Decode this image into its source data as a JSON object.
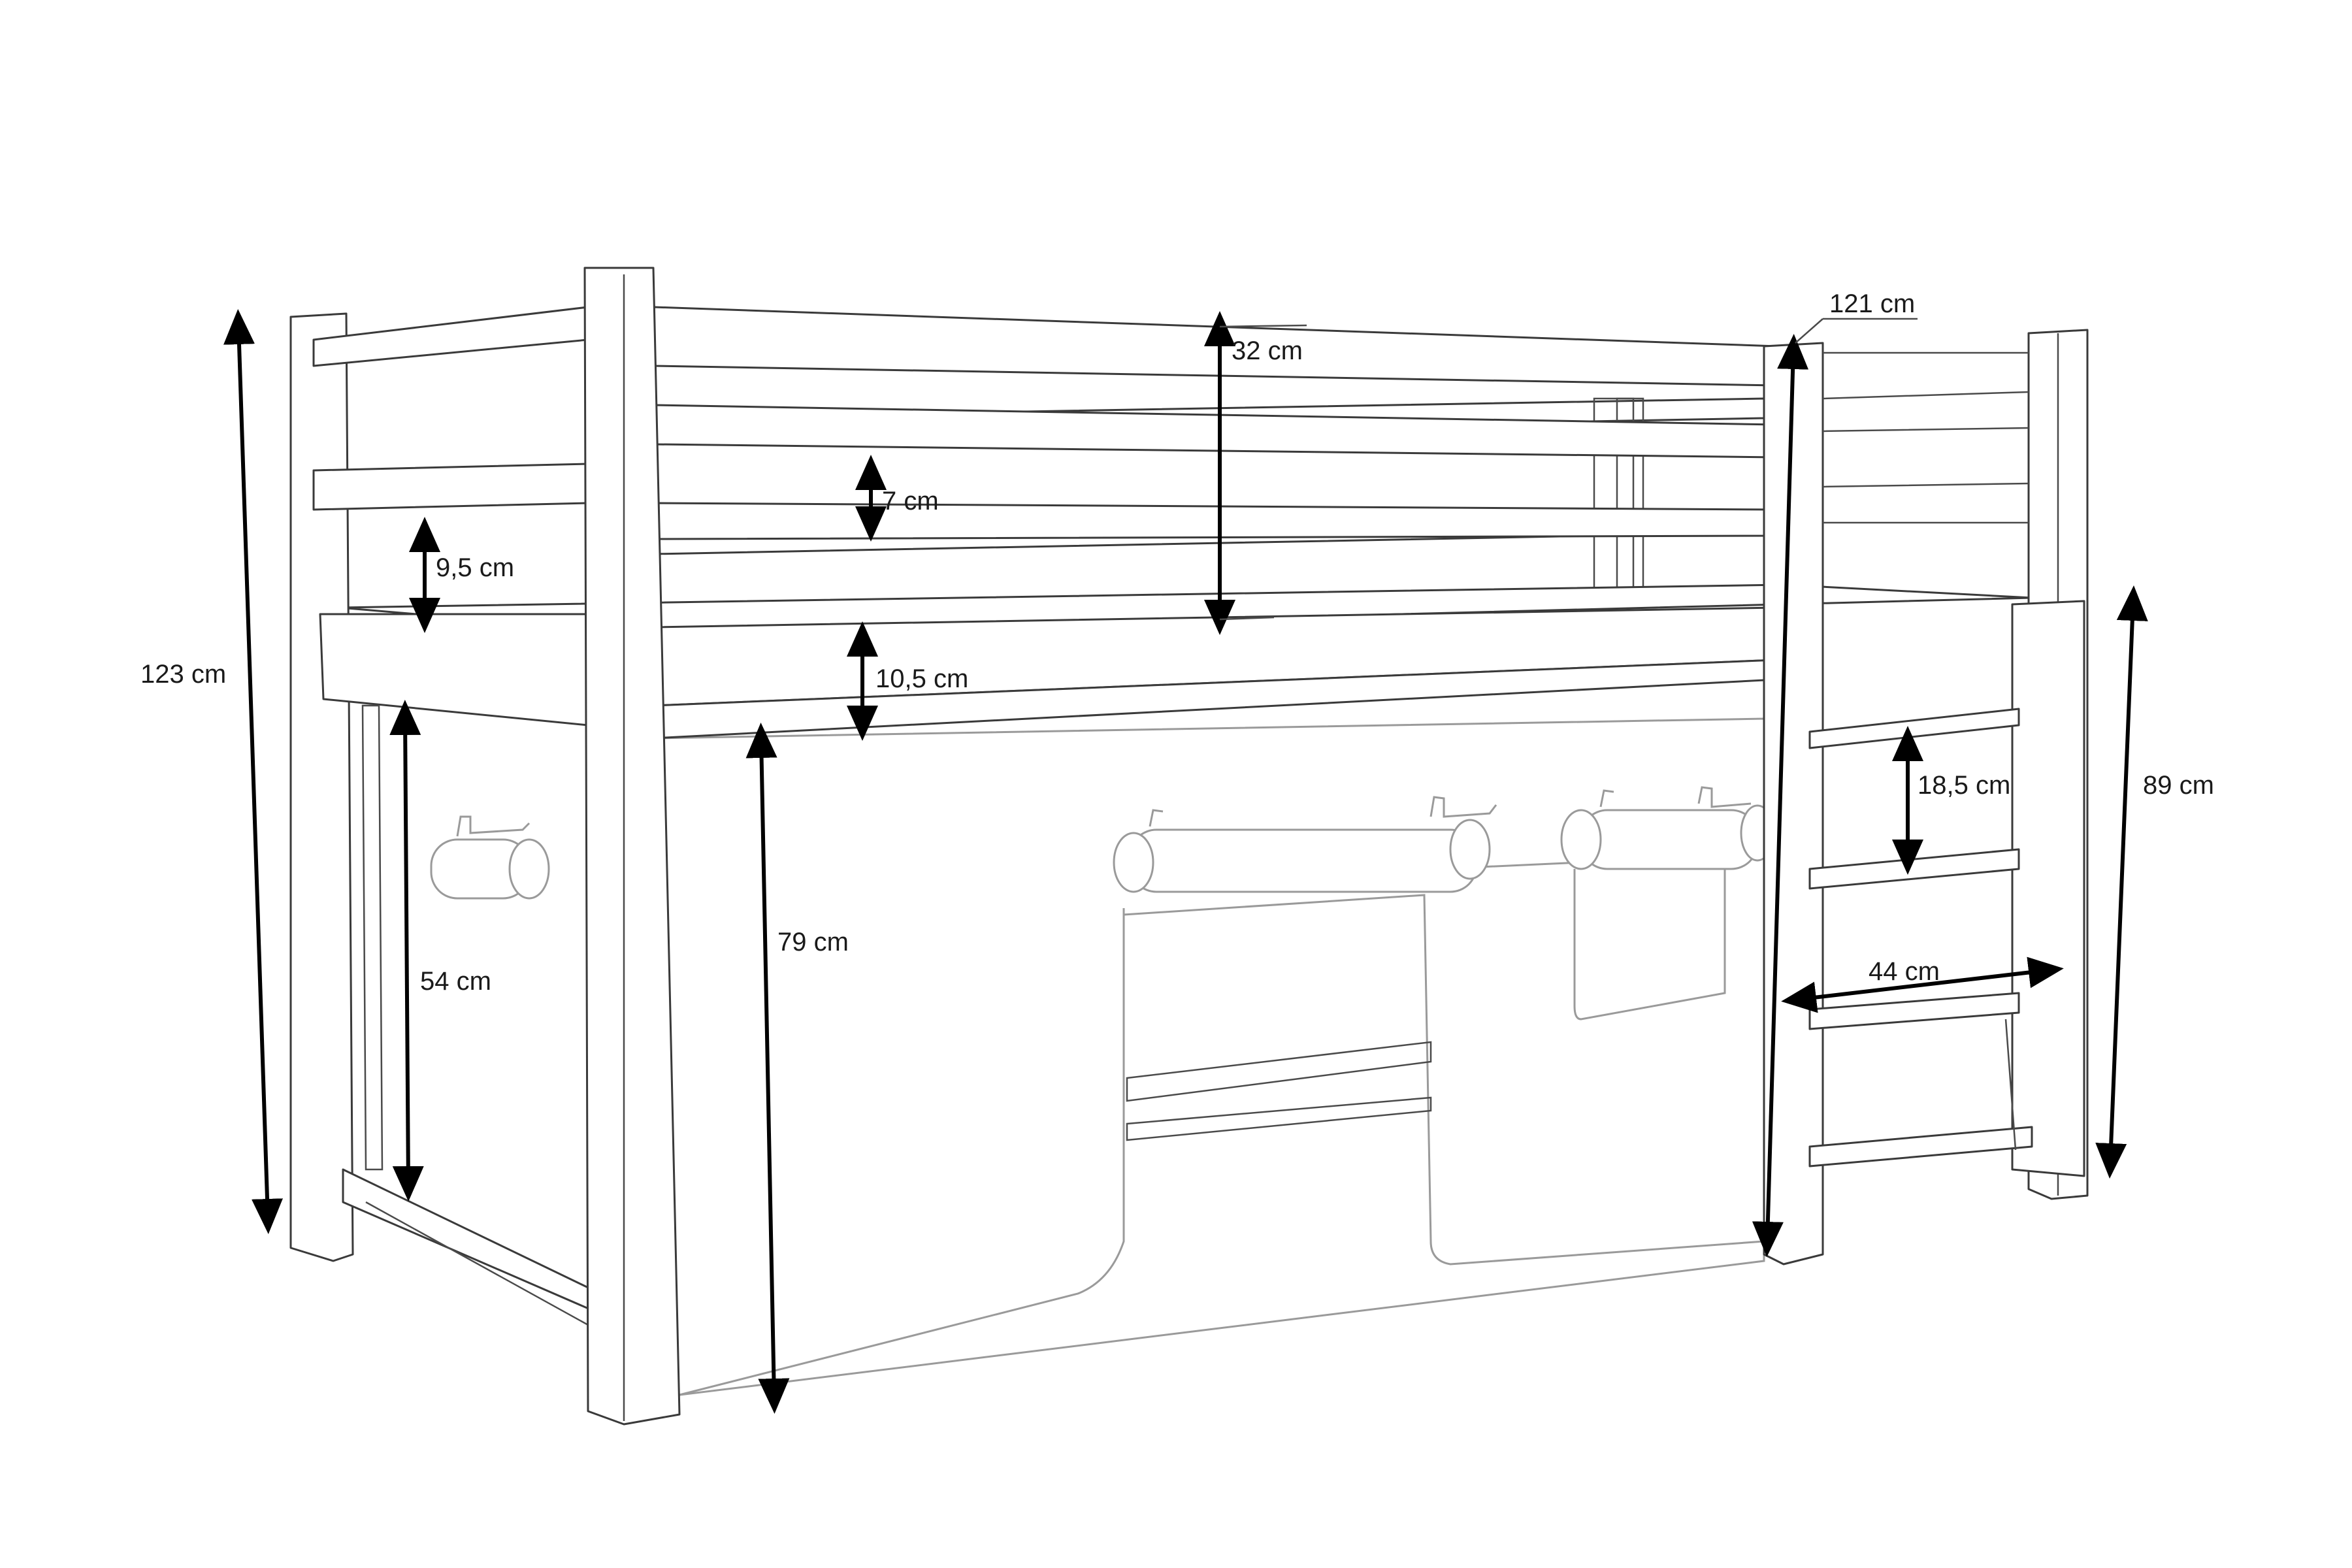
{
  "labels": {
    "total_height": "123 cm",
    "top_rail_height": "32 cm",
    "rail_width": "7 cm",
    "rail_gap": "9,5 cm",
    "side_board": "10,5 cm",
    "underside_height": "79 cm",
    "headboard_clearance": "54 cm",
    "ladder_width": "121 cm",
    "rung_spacing": "18,5 cm",
    "rung_length": "44 cm",
    "ladder_height": "89 cm"
  }
}
